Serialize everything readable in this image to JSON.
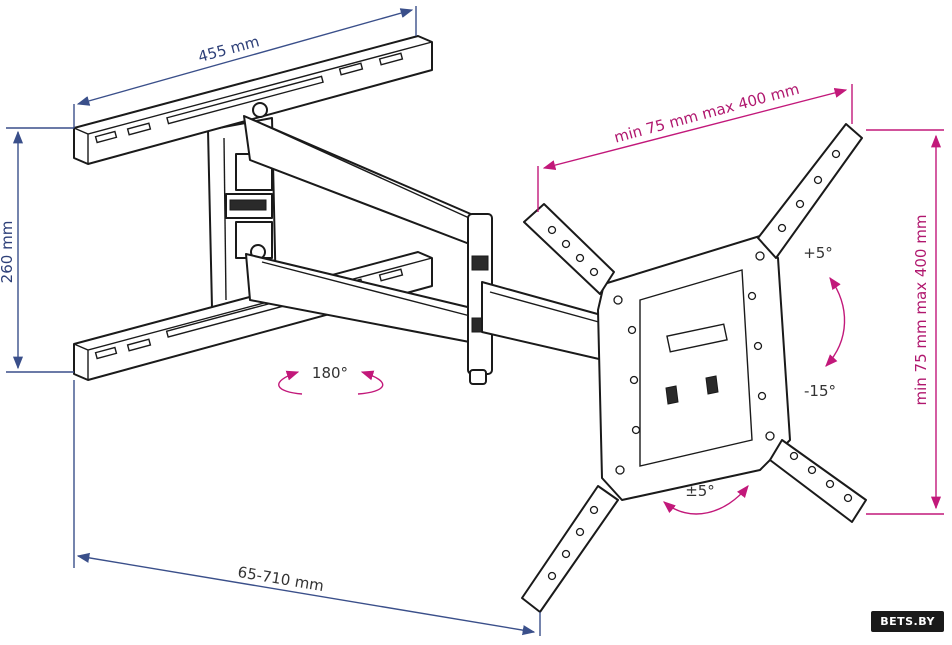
{
  "dimensions": {
    "wall_plate_width": "455 mm",
    "wall_plate_height": "260 mm",
    "extension": "65-710 mm",
    "vesa_horizontal": "min 75 mm max 400 mm",
    "vesa_vertical": "min 75 mm max 400 mm"
  },
  "rotations": {
    "swivel": "180°",
    "tilt_up": "+5°",
    "tilt_down": "-15°",
    "level": "±5°"
  },
  "watermark": "BETS.BY",
  "colors": {
    "dimension_blue": "#3a4f8a",
    "motion_magenta": "#c2187a",
    "hardware_stroke": "#1a1a1a"
  }
}
